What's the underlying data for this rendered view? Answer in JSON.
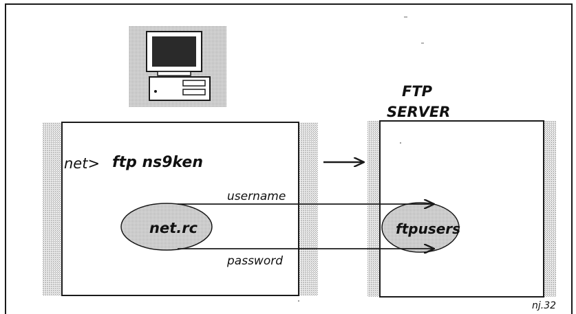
{
  "client": {
    "command_prefix": "net>",
    "command": "ftp ns9ken"
  },
  "server": {
    "title_line1": "FTP",
    "title_line2": "SERVER"
  },
  "nodes": {
    "client_file": "net.rc",
    "server_file": "ftpusers"
  },
  "flows": {
    "username_label": "username",
    "password_label": "password"
  },
  "figure_ref": "nj.32",
  "colors": {
    "line": "#1a1a1a",
    "stipple_fill": "#cfcfcf",
    "ellipse_fill": "#e6e6e6",
    "background": "#ffffff"
  },
  "icons": {
    "computer": "desktop-computer-icon"
  }
}
